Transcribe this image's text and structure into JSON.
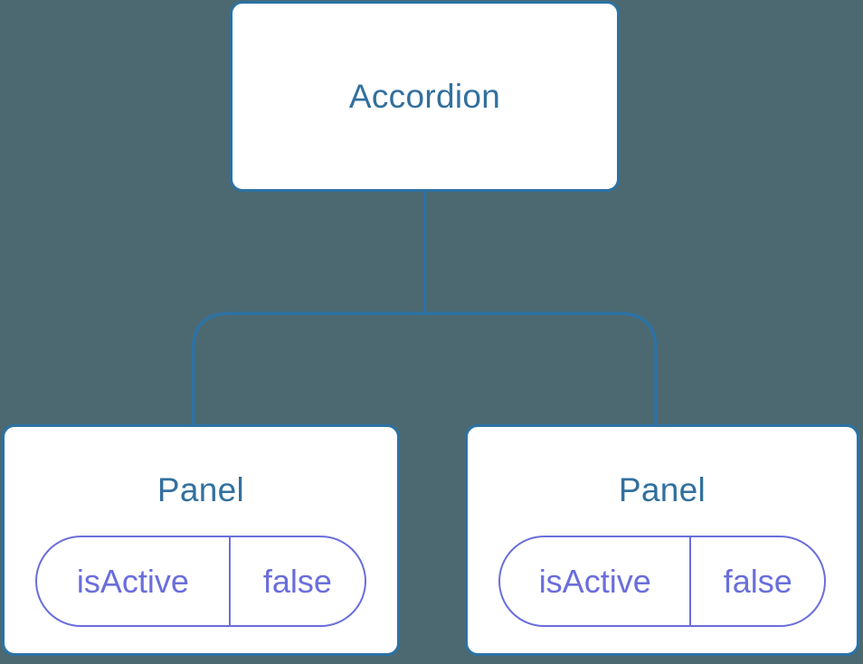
{
  "diagram": {
    "type": "component-tree",
    "root": {
      "label": "Accordion"
    },
    "children": [
      {
        "label": "Panel",
        "state": {
          "key": "isActive",
          "value": "false"
        }
      },
      {
        "label": "Panel",
        "state": {
          "key": "isActive",
          "value": "false"
        }
      }
    ],
    "edges": [
      {
        "from": "Accordion",
        "to": "Panel (left)"
      },
      {
        "from": "Accordion",
        "to": "Panel (right)"
      }
    ],
    "colors": {
      "background": "#4C6971",
      "node_border": "#2C72A4",
      "node_fill": "#FFFFFF",
      "title_text": "#32709E",
      "state_pill": "#6A6EDB"
    }
  }
}
